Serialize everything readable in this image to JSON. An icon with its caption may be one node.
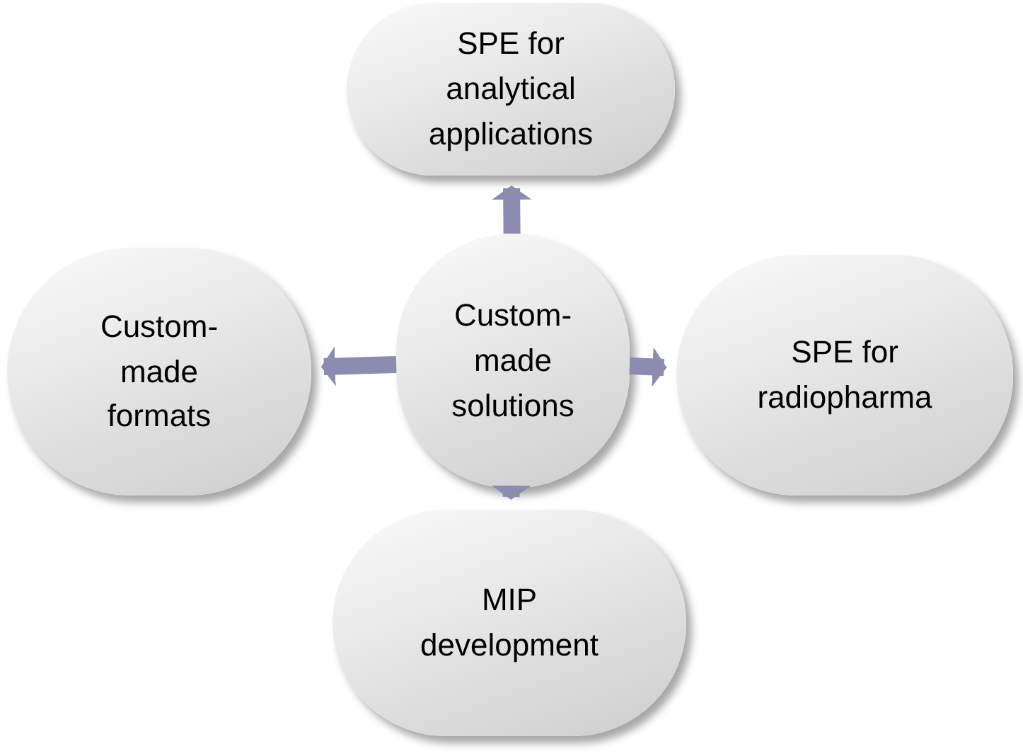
{
  "diagram": {
    "nodes": [
      {
        "text": [
          "SPE for analytical applications"
        ]
      },
      {
        "text": [
          "Custom-made formats"
        ]
      },
      {
        "text": [
          "Custom-made solutions"
        ]
      },
      {
        "text": [
          "SPE for radiopharma"
        ]
      },
      {
        "text": [
          "MIP development"
        ]
      }
    ],
    "edges": [
      {
        "from": 2,
        "to": 0,
        "arrow": "to"
      },
      {
        "from": 2,
        "to": 1,
        "arrow": "to"
      },
      {
        "from": 2,
        "to": 3,
        "arrow": "to"
      },
      {
        "from": 2,
        "to": 4,
        "arrow": "to"
      }
    ]
  }
}
